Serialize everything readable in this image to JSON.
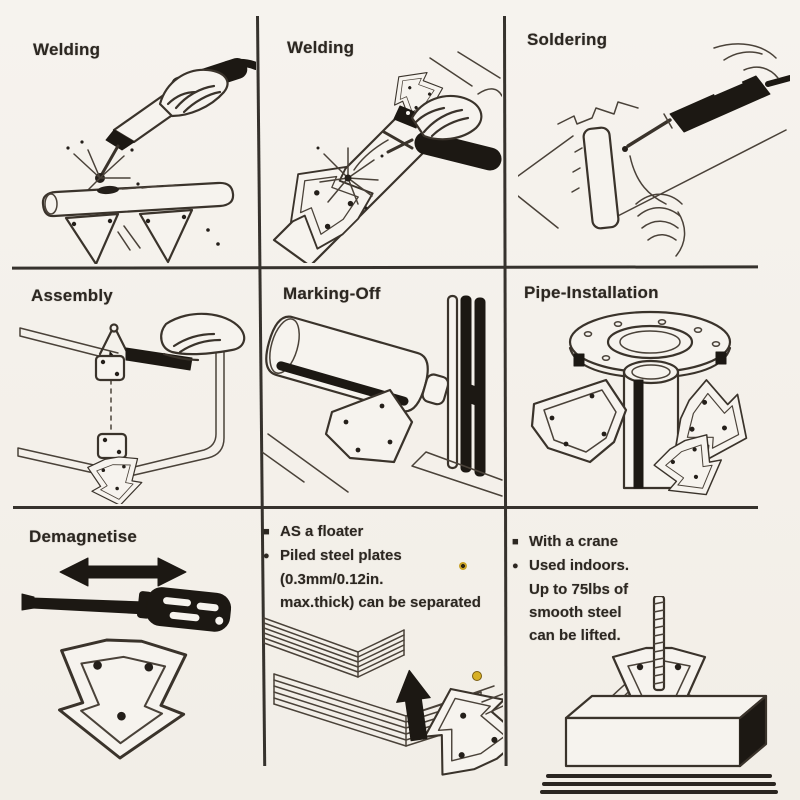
{
  "page": {
    "background": "#f5f2ec",
    "grid_line_color": "#36322d",
    "text_color": "#2c2721",
    "accent_artifact_color": "#c9a227",
    "grid": {
      "rows": 3,
      "cols": 3
    }
  },
  "cells": [
    {
      "id": "welding-pipe",
      "label": "Welding",
      "icon": "welding-torch-pipe-illustration"
    },
    {
      "id": "welding-plate",
      "label": "Welding",
      "icon": "welding-electrode-plate-illustration"
    },
    {
      "id": "soldering",
      "label": "Soldering",
      "icon": "soldering-iron-corner-illustration"
    },
    {
      "id": "assembly",
      "label": "Assembly",
      "icon": "assembly-panels-illustration"
    },
    {
      "id": "marking-off",
      "label": "Marking-Off",
      "icon": "marking-off-scribe-illustration"
    },
    {
      "id": "pipe-installation",
      "label": "Pipe-Installation",
      "icon": "pipe-flange-magnets-illustration"
    },
    {
      "id": "demagnetise",
      "label": "Demagnetise",
      "icon": "screwdriver-demagnetise-illustration"
    },
    {
      "id": "floater",
      "bullets": [
        {
          "marker": "■",
          "lines": [
            "AS a floater"
          ]
        },
        {
          "marker": "●",
          "lines": [
            "Piled steel plates",
            "(0.3mm/0.12in.",
            "max.thick) can be separated"
          ]
        }
      ],
      "icon": "piled-plates-separation-illustration"
    },
    {
      "id": "crane",
      "bullets": [
        {
          "marker": "■",
          "lines": [
            "With a crane"
          ]
        },
        {
          "marker": "●",
          "lines": [
            "Used indoors.",
            "Up to 75lbs of",
            "smooth steel",
            "can be lifted."
          ]
        }
      ],
      "icon": "crane-lifting-steel-illustration"
    }
  ]
}
